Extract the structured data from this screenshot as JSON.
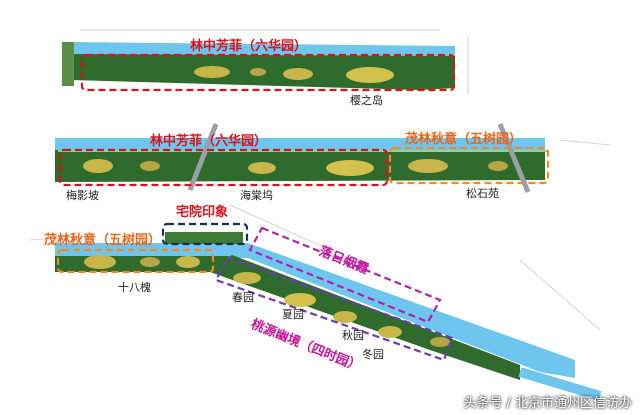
{
  "zones": {
    "top_linzhong": "林中芳菲（六华园）",
    "mid_linzhong": "林中芳菲（六华园）",
    "mid_maolin": "茂林秋意（五树园）",
    "bot_maolin": "茂林秋意（五树园）",
    "zhaiyuan": "宅院印象",
    "luori": "落日烟霞",
    "taoyuan": "桃源幽境（四时园）"
  },
  "places": {
    "yingzhidao": "樱之岛",
    "meiyingpo": "梅影坡",
    "haitangwu": "海棠坞",
    "songshiyuan": "松石苑",
    "shibahuai": "十八槐",
    "chunyuan": "春园",
    "xiayuan": "夏园",
    "qiuyuan": "秋园",
    "dongyuan": "冬园"
  },
  "watermark": "头条号 / 北京市通州区信访办",
  "colors": {
    "river": "#6ec6ee",
    "park": "#2f6b2c",
    "red_box": "#d9121b",
    "orange_box": "#f08a2c",
    "navy_box": "#1f2a55",
    "purple_box": "#b21fa8",
    "violet_box": "#6a3db0"
  }
}
